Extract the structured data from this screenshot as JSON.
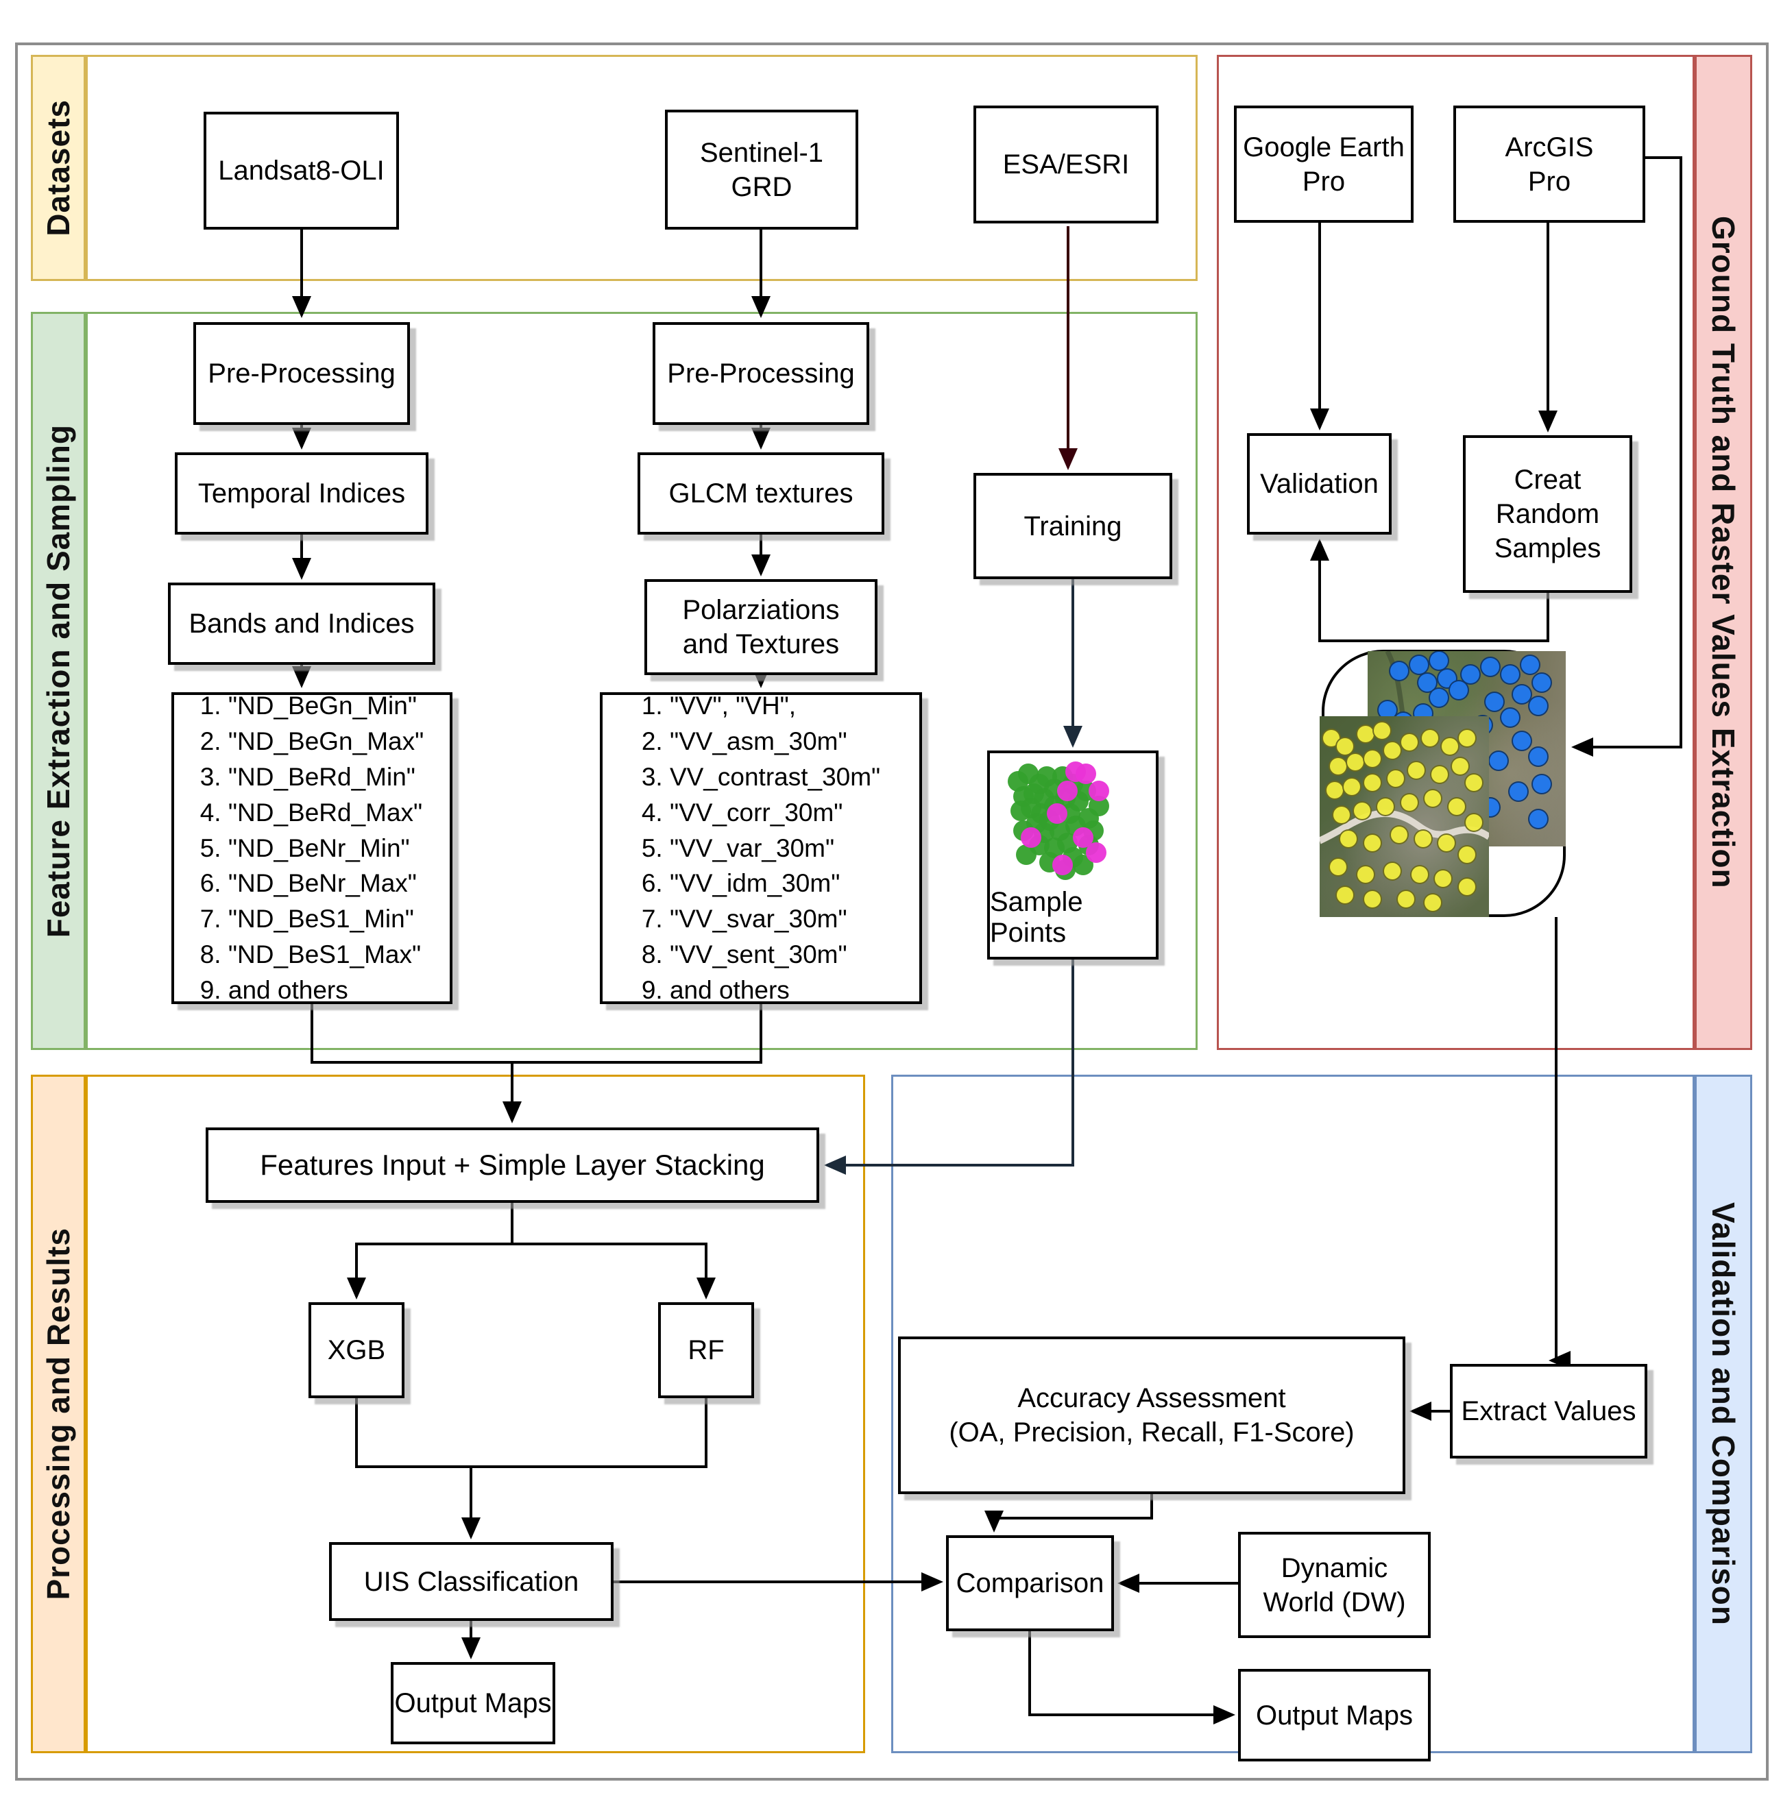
{
  "sections": {
    "datasets": {
      "label": "Datasets",
      "border": "#d6b656",
      "fill": "#fff2cc"
    },
    "feature_extraction": {
      "label": "Feature Extraction and Sampling",
      "border": "#82b366",
      "fill": "#d5e8d4"
    },
    "ground_truth": {
      "label": "Ground Truth and Raster Values Extraction",
      "border": "#b85450",
      "fill": "#f8cecc"
    },
    "processing": {
      "label": "Processing and Results",
      "border": "#d79b00",
      "fill": "#ffe6cc"
    },
    "validation_comparison": {
      "label": "Validation and Comparison",
      "border": "#6c8ebf",
      "fill": "#dae8fc"
    }
  },
  "nodes": {
    "landsat": "Landsat8-OLI",
    "sentinel": "Sentinel-1\nGRD",
    "esa": "ESA/ESRI",
    "google_earth": "Google Earth\nPro",
    "arcgis": "ArcGIS\nPro",
    "preprocessing_landsat": "Pre-Processing",
    "preprocessing_sentinel": "Pre-Processing",
    "temporal_indices": "Temporal Indices",
    "glcm_textures": "GLCM textures",
    "bands_indices": "Bands and Indices",
    "polarziations_textures": "Polarziations\nand Textures",
    "training": "Training",
    "sample_points": "Sample Points",
    "validation": "Validation",
    "creat_random_samples": "Creat\nRandom\nSamples",
    "features_input": "Features Input + Simple Layer Stacking",
    "xgb": "XGB",
    "rf": "RF",
    "uis_classification": "UIS Classification",
    "output_maps_left": "Output Maps",
    "accuracy_assessment": "Accuracy Assessment\n(OA, Precision, Recall, F1-Score)",
    "extract_values": "Extract Values",
    "comparison": "Comparison",
    "dynamic_world": "Dynamic\nWorld (DW)",
    "output_maps_right": "Output Maps"
  },
  "lists": {
    "landsat_features": [
      "1. \"ND_BeGn_Min\"",
      "2. \"ND_BeGn_Max\"",
      "3. \"ND_BeRd_Min\"",
      "4. \"ND_BeRd_Max\"",
      "5. \"ND_BeNr_Min\"",
      "6. \"ND_BeNr_Max\"",
      "7. \"ND_BeS1_Min\"",
      "8. \"ND_BeS1_Max\"",
      "9. and others"
    ],
    "sentinel_features": [
      "1. \"VV\",  \"VH\",",
      "2. \"VV_asm_30m\"",
      "3. VV_contrast_30m\"",
      "4. \"VV_corr_30m\"",
      "5. \"VV_var_30m\"",
      "6. \"VV_idm_30m\"",
      "7. \"VV_svar_30m\"",
      "8. \"VV_sent_30m\"",
      "9. and others"
    ],
    "landsat_features_title": "",
    "sentinel_features_title": ""
  },
  "colors": {
    "arrow": "#000000",
    "esa_arrow": "#38000b",
    "sampling_arrow": "#1c2b3a",
    "map_dot_blue": "#1f78f0",
    "map_dot_yellow": "#f2ee3f",
    "scatter_green": "#34a02c",
    "scatter_magenta": "#ea33d7"
  },
  "figures": {
    "sample_scatter": {
      "green_dots": [
        [
          8,
          14
        ],
        [
          16,
          8
        ],
        [
          24,
          16
        ],
        [
          12,
          26
        ],
        [
          20,
          24
        ],
        [
          30,
          10
        ],
        [
          36,
          20
        ],
        [
          28,
          28
        ],
        [
          10,
          38
        ],
        [
          18,
          36
        ],
        [
          26,
          40
        ],
        [
          36,
          34
        ],
        [
          44,
          28
        ],
        [
          50,
          16
        ],
        [
          42,
          10
        ],
        [
          54,
          30
        ],
        [
          60,
          22
        ],
        [
          48,
          40
        ],
        [
          32,
          46
        ],
        [
          22,
          48
        ],
        [
          12,
          54
        ],
        [
          28,
          56
        ],
        [
          40,
          54
        ],
        [
          52,
          50
        ],
        [
          62,
          44
        ],
        [
          46,
          64
        ],
        [
          36,
          68
        ],
        [
          24,
          66
        ],
        [
          14,
          74
        ],
        [
          32,
          80
        ],
        [
          50,
          76
        ],
        [
          62,
          66
        ],
        [
          70,
          34
        ],
        [
          66,
          54
        ],
        [
          58,
          82
        ],
        [
          44,
          86
        ]
      ],
      "magenta_dots": [
        [
          60,
          8
        ],
        [
          52,
          6
        ],
        [
          46,
          22
        ],
        [
          38,
          40
        ],
        [
          18,
          60
        ],
        [
          58,
          60
        ],
        [
          68,
          72
        ],
        [
          42,
          82
        ],
        [
          70,
          22
        ]
      ]
    },
    "ground_truth_map": {
      "blue_dots": [
        [
          16,
          10
        ],
        [
          26,
          7
        ],
        [
          36,
          5
        ],
        [
          30,
          16
        ],
        [
          40,
          14
        ],
        [
          36,
          24
        ],
        [
          46,
          20
        ],
        [
          10,
          30
        ],
        [
          18,
          36
        ],
        [
          28,
          32
        ],
        [
          52,
          12
        ],
        [
          62,
          8
        ],
        [
          72,
          12
        ],
        [
          82,
          7
        ],
        [
          88,
          16
        ],
        [
          78,
          22
        ],
        [
          86,
          28
        ],
        [
          64,
          26
        ],
        [
          72,
          34
        ],
        [
          58,
          38
        ],
        [
          50,
          46
        ],
        [
          78,
          46
        ],
        [
          86,
          54
        ],
        [
          66,
          56
        ],
        [
          16,
          54
        ],
        [
          10,
          64
        ],
        [
          88,
          68
        ],
        [
          76,
          72
        ],
        [
          62,
          80
        ],
        [
          86,
          86
        ],
        [
          46,
          60
        ],
        [
          34,
          44
        ]
      ],
      "yellow_dots": [
        [
          7,
          11
        ],
        [
          15,
          15
        ],
        [
          27,
          9
        ],
        [
          37,
          7
        ],
        [
          11,
          25
        ],
        [
          21,
          23
        ],
        [
          31,
          21
        ],
        [
          43,
          17
        ],
        [
          53,
          13
        ],
        [
          65,
          11
        ],
        [
          77,
          15
        ],
        [
          87,
          11
        ],
        [
          9,
          37
        ],
        [
          19,
          35
        ],
        [
          31,
          33
        ],
        [
          45,
          31
        ],
        [
          57,
          27
        ],
        [
          71,
          29
        ],
        [
          83,
          25
        ],
        [
          91,
          33
        ],
        [
          13,
          49
        ],
        [
          25,
          47
        ],
        [
          39,
          45
        ],
        [
          53,
          43
        ],
        [
          67,
          41
        ],
        [
          81,
          45
        ],
        [
          91,
          53
        ],
        [
          17,
          61
        ],
        [
          31,
          63
        ],
        [
          47,
          59
        ],
        [
          61,
          61
        ],
        [
          75,
          63
        ],
        [
          87,
          69
        ],
        [
          11,
          75
        ],
        [
          27,
          79
        ],
        [
          43,
          77
        ],
        [
          59,
          79
        ],
        [
          73,
          81
        ],
        [
          87,
          85
        ],
        [
          51,
          91
        ],
        [
          31,
          91
        ],
        [
          67,
          93
        ],
        [
          15,
          89
        ]
      ]
    }
  }
}
